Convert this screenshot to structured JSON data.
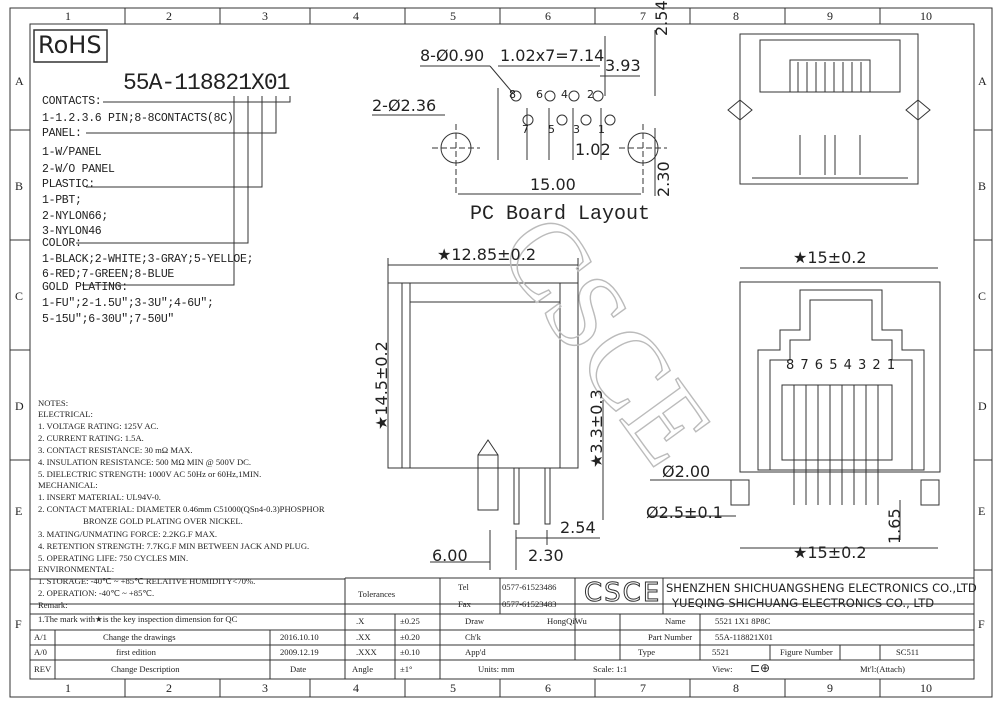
{
  "grid": {
    "columns": [
      "1",
      "2",
      "3",
      "4",
      "5",
      "6",
      "7",
      "8",
      "9",
      "10"
    ],
    "rows": [
      "A",
      "B",
      "C",
      "D",
      "E",
      "F"
    ]
  },
  "rohs": "RoHS",
  "part_code": "55A-118821X01",
  "spec": {
    "contacts_label": "CONTACTS:",
    "contacts_value": "1-1.2.3.6 PIN;8-8CONTACTS(8C)",
    "panel_label": "PANEL:",
    "panel_1": "1-W/PANEL",
    "panel_2": "2-W/O PANEL",
    "plastic_label": "PLASTIC:",
    "plastic_1": "1-PBT;",
    "plastic_2": "2-NYLON66;",
    "plastic_3": "3-NYLON46",
    "color_label": "COLOR:",
    "color_1": "1-BLACK;2-WHITE;3-GRAY;5-YELLOE;",
    "color_2": "6-RED;7-GREEN;8-BLUE",
    "gold_label": "GOLD PLATING:",
    "gold_1": "1-FU\";2-1.5U\";3-3U\";4-6U\";",
    "gold_2": "5-15U\";6-30U\";7-50U\""
  },
  "notes": [
    "NOTES:",
    "ELECTRICAL:",
    "1. VOLTAGE RATING: 125V AC.",
    "2. CURRENT RATING: 1.5A.",
    "3. CONTACT RESISTANCE: 30 mΩ MAX.",
    "4. INSULATION RESISTANCE: 500 MΩ MIN @ 500V DC.",
    "5. DIELECTRIC STRENGTH: 1000V AC 50Hz or 60Hz,1MIN.",
    "MECHANICAL:",
    "1. INSERT MATERIAL: UL94V-0.",
    "2. CONTACT MATERIAL: DIAMETER 0.46mm C51000(QSn4-0.3)PHOSPHOR",
    "                     BRONZE GOLD PLATING OVER NICKEL.",
    "3. MATING/UNMATING FORCE: 2.2KG.F MAX.",
    "4. RETENTION STRENGTH: 7.7KG.F MIN BETWEEN JACK AND PLUG.",
    "5. OPERATING LIFE: 750 CYCLES MIN.",
    "ENVIRONMENTAL:",
    "1. STORAGE: -40℃ ~ +85℃ RELATIVE HUMIDITY<70%.",
    "2. OPERATION: -40℃ ~ +85℃.",
    "Remark:",
    "1.The mark with★is the key inspection dimension for QC"
  ],
  "pcb": {
    "title": "PC Board Layout",
    "hole_small": "8-Ø0.90",
    "hole_large": "2-Ø2.36",
    "pitch": "1.02x7=7.14",
    "d393": "3.93",
    "d254": "2.54",
    "d102": "1.02",
    "d230": "2.30",
    "d1500": "15.00",
    "pin_top": [
      "8",
      "6",
      "4",
      "2"
    ],
    "pin_bottom": [
      "7",
      "5",
      "3",
      "1"
    ]
  },
  "side": {
    "width": "★12.85±0.2",
    "height": "★14.5±0.2",
    "pin": "★3.3±0.3",
    "d254": "2.54",
    "d600": "6.00",
    "d230": "2.30"
  },
  "front": {
    "width_top": "★15±0.2",
    "width_bottom": "★15±0.2",
    "pins": "8 7 6 5 4 3 2 1",
    "d200": "Ø2.00",
    "d25": "Ø2.5±0.1",
    "d165": "1.65"
  },
  "watermark": "CSCE",
  "title_block": {
    "tolerances": "Tolerances",
    "tel_label": "Tel",
    "tel": "0577-61523486",
    "fax_label": "Fax",
    "fax": "0577-61523483",
    "logo": "CSCE",
    "company_cn": "SHENZHEN SHICHUANGSHENG ELECTRONICS CO.,LTD",
    "company_yq": "YUEQING SHICHUANG ELECTRONICS CO., LTD",
    "tol_x": ".X",
    "tol_x_v": "±0.25",
    "tol_xx": ".XX",
    "tol_xx_v": "±0.20",
    "tol_xxx": ".XXX",
    "tol_xxx_v": "±0.10",
    "angle": "Angle",
    "angle_v": "±1°",
    "draw": "Draw",
    "draw_by": "HongQiWu",
    "chk": "Ch'k",
    "appd": "App'd",
    "units": "Units: mm",
    "scale": "Scale: 1:1",
    "view": "View:",
    "name_label": "Name",
    "name": "5521 1X1 8P8C",
    "pn_label": "Part Number",
    "pn": "55A-118821X01",
    "type_label": "Type",
    "type": "5521",
    "fig_label": "Figure Number",
    "fig": "SC511",
    "mtl": "Mt'l:(Attach)",
    "rev_a1": "A/1",
    "rev_a1_desc": "Change the drawings",
    "rev_a1_date": "2016.10.10",
    "rev_a0": "A/0",
    "rev_a0_desc": "first edition",
    "rev_a0_date": "2009.12.19",
    "rev": "REV",
    "rev_desc": "Change Description",
    "rev_date": "Date"
  }
}
